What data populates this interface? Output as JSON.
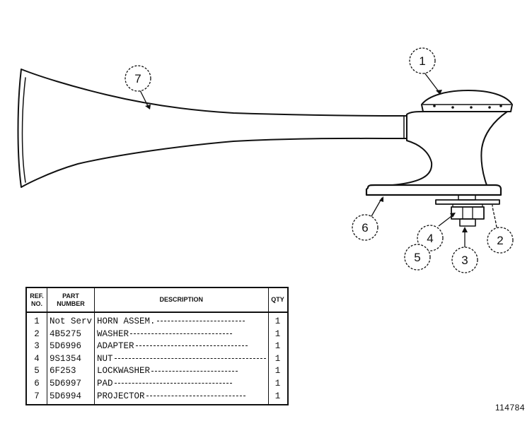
{
  "callouts": [
    "1",
    "2",
    "3",
    "4",
    "5",
    "6",
    "7"
  ],
  "table": {
    "headers": {
      "ref_line1": "REF.",
      "ref_line2": "NO.",
      "part_line1": "PART",
      "part_line2": "NUMBER",
      "description": "DESCRIPTION",
      "qty": "QTY"
    },
    "rows": [
      {
        "ref": "1",
        "part": "Not Serv",
        "description": "HORN ASSEM.",
        "qty": "1"
      },
      {
        "ref": "2",
        "part": "4B5275",
        "description": "WASHER",
        "qty": "1"
      },
      {
        "ref": "3",
        "part": "5D6996",
        "description": "ADAPTER",
        "qty": "1"
      },
      {
        "ref": "4",
        "part": "9S1354",
        "description": "NUT",
        "qty": "1"
      },
      {
        "ref": "5",
        "part": "6F253",
        "description": "LOCKWASHER",
        "qty": "1"
      },
      {
        "ref": "6",
        "part": "5D6997",
        "description": "PAD",
        "qty": "1"
      },
      {
        "ref": "7",
        "part": "5D6994",
        "description": "PROJECTOR",
        "qty": "1"
      }
    ]
  },
  "drawing_number": "114784"
}
